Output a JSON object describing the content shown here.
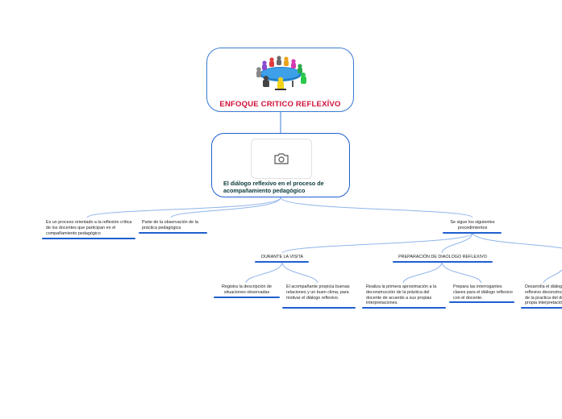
{
  "root": {
    "title": "ENFOQUE CRITICO REFLEXÍVO",
    "illustration": "team-meeting-illustration"
  },
  "main": {
    "title": "El diálogo reflexivo en el proceso de acompañamiento pedagógico",
    "icon": "camera-icon"
  },
  "branches": [
    {
      "text": "Es un proceso orientado a la reflexión crítica de los docentes que participan en el compañamiento pedagógico"
    },
    {
      "text": "Parte de la observación de la práctica pedagógica"
    },
    {
      "text": "Se sigue los siguientes procedimientos"
    }
  ],
  "procedures": [
    {
      "text": "DURANTE LA VISITA"
    },
    {
      "text": "PREPARACIÓN DE DIAOLOGO REFLEXIVO"
    }
  ],
  "details": [
    {
      "text": "Registra la descripción de situaciones observadas"
    },
    {
      "text": "El acompañante propicia buenas relaciones y un buen clima, para motivar el diálogo reflexivo."
    },
    {
      "text": "Realiza la primera aproximación a la deconstrucción de la práctica del docente de acuerdo a sus propias interpretaciones."
    },
    {
      "text": "Prepara las interrogantes claves para el diálogo reflexivo con el docente."
    },
    {
      "text": "Desarrolla el diálogo reflexivo deconstruyendo de la practica del docente propia interpretación"
    }
  ],
  "colors": {
    "accent": "#1f5fd0",
    "root_title": "#d0103a",
    "connector": "#8fb4ea"
  }
}
